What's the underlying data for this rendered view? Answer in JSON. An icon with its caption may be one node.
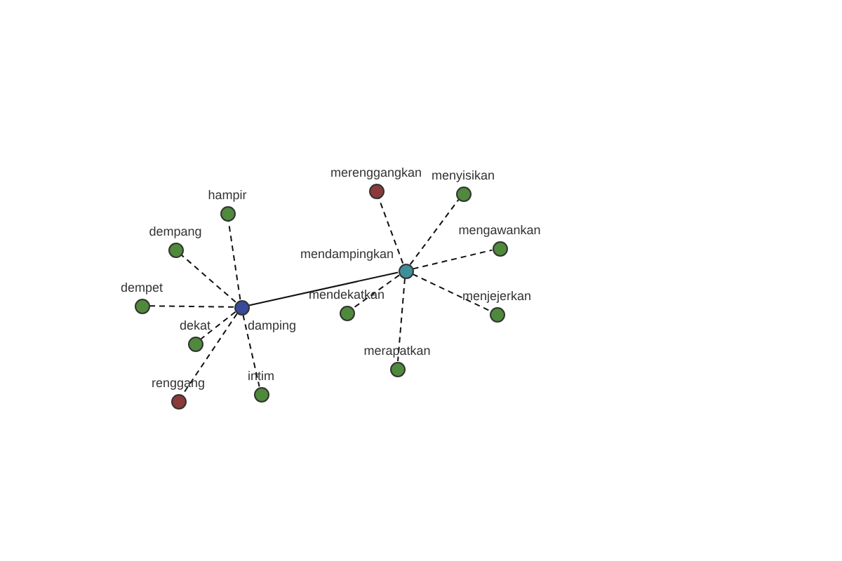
{
  "diagram": {
    "nodes": [
      {
        "text": [
          "damping"
        ]
      },
      {
        "text": [
          "hampir"
        ]
      },
      {
        "text": [
          "dempang"
        ]
      },
      {
        "text": [
          "dempet"
        ]
      },
      {
        "text": [
          "dekat"
        ]
      },
      {
        "text": [
          "renggang"
        ]
      },
      {
        "text": [
          "intim"
        ]
      },
      {
        "text": [
          "mendampingkan"
        ]
      },
      {
        "text": [
          "merenggangkan"
        ]
      },
      {
        "text": [
          "menyisikan"
        ]
      },
      {
        "text": [
          "mengawankan"
        ]
      },
      {
        "text": [
          "mendekatkan"
        ]
      },
      {
        "text": [
          "menjejerkan"
        ]
      },
      {
        "text": [
          "merapatkan"
        ]
      }
    ],
    "edges": [
      {
        "from": 0,
        "to": 7,
        "arrow": "none"
      },
      {
        "from": 0,
        "to": 1,
        "arrow": "none",
        "style": "dashed"
      },
      {
        "from": 0,
        "to": 2,
        "arrow": "none",
        "style": "dashed"
      },
      {
        "from": 0,
        "to": 3,
        "arrow": "none",
        "style": "dashed"
      },
      {
        "from": 0,
        "to": 4,
        "arrow": "none",
        "style": "dashed"
      },
      {
        "from": 0,
        "to": 5,
        "arrow": "none",
        "style": "dashed"
      },
      {
        "from": 0,
        "to": 6,
        "arrow": "none",
        "style": "dashed"
      },
      {
        "from": 7,
        "to": 8,
        "arrow": "none",
        "style": "dashed"
      },
      {
        "from": 7,
        "to": 9,
        "arrow": "none",
        "style": "dashed"
      },
      {
        "from": 7,
        "to": 10,
        "arrow": "none",
        "style": "dashed"
      },
      {
        "from": 7,
        "to": 11,
        "arrow": "none",
        "style": "dashed"
      },
      {
        "from": 7,
        "to": 12,
        "arrow": "none",
        "style": "dashed"
      },
      {
        "from": 7,
        "to": 13,
        "arrow": "none",
        "style": "dashed"
      }
    ]
  }
}
